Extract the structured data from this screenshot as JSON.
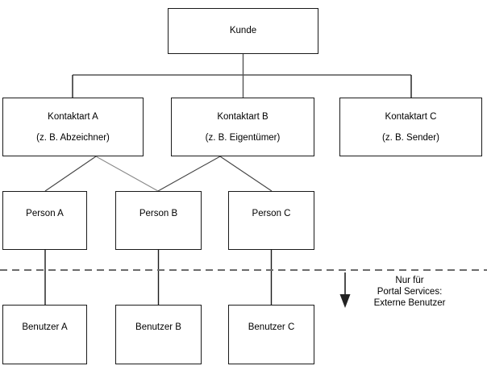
{
  "diagram": {
    "title_node": {
      "id": "kunde",
      "label": "Kunde"
    },
    "contact_types": [
      {
        "id": "kontaktart-a",
        "name": "Kontaktart A",
        "example": "(z. B. Abzeichner)"
      },
      {
        "id": "kontaktart-b",
        "name": "Kontaktart B",
        "example": "(z. B. Eigentümer)"
      },
      {
        "id": "kontaktart-c",
        "name": "Kontaktart C",
        "example": "(z. B. Sender)"
      }
    ],
    "persons": [
      {
        "id": "person-a",
        "label": "Person A"
      },
      {
        "id": "person-b",
        "label": "Person B"
      },
      {
        "id": "person-c",
        "label": "Person C"
      }
    ],
    "users": [
      {
        "id": "benutzer-a",
        "label": "Benutzer A"
      },
      {
        "id": "benutzer-b",
        "label": "Benutzer B"
      },
      {
        "id": "benutzer-c",
        "label": "Benutzer C"
      }
    ],
    "annotation": {
      "line1": "Nur für",
      "line2": "Portal Services:",
      "line3": "Externe Benutzer"
    },
    "colors": {
      "box_border": "#1a1a1a",
      "connector": "#555555",
      "divider": "#6b6b6b",
      "text": "#000000",
      "background": "#ffffff"
    }
  }
}
